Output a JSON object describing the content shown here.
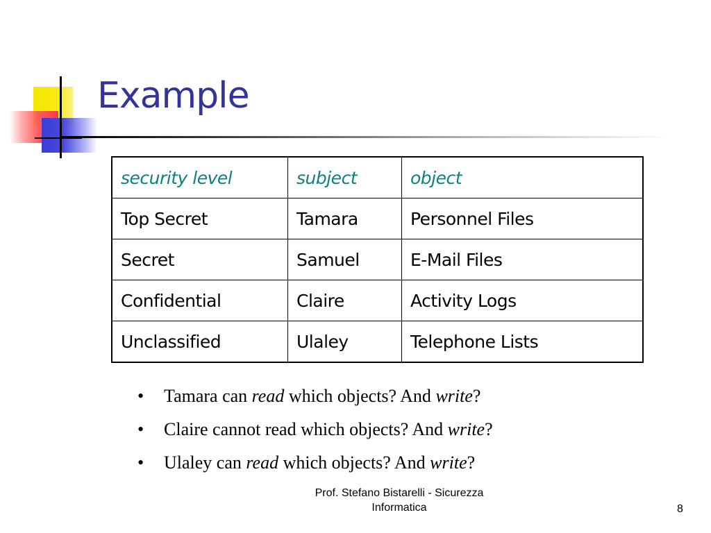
{
  "slide": {
    "title": "Example"
  },
  "table": {
    "headers": [
      "security level",
      "subject",
      "object"
    ],
    "rows": [
      [
        "Top Secret",
        "Tamara",
        "Personnel Files"
      ],
      [
        "Secret",
        "Samuel",
        "E-Mail Files"
      ],
      [
        "Confidential",
        "Claire",
        "Activity Logs"
      ],
      [
        "Unclassified",
        "Ulaley",
        "Telephone Lists"
      ]
    ]
  },
  "bullets": [
    {
      "bullet": "•",
      "a": "Tamara can ",
      "b": "read",
      "c": " which objects? And ",
      "d": "write",
      "e": "?"
    },
    {
      "bullet": "•",
      "a": "Claire cannot read which objects? And ",
      "d": "write",
      "e": "?"
    },
    {
      "bullet": "•",
      "a": "Ulaley can ",
      "b": "read",
      "c": " which objects? And ",
      "d": "write",
      "e": "?"
    }
  ],
  "footer": {
    "author_line1": "Prof. Stefano Bistarelli - Sicurezza",
    "author_line2": "Informatica",
    "page_number": "8"
  },
  "colors": {
    "title": "#33339a",
    "table_header": "#0d8080",
    "logo_yellow": "#f4e700",
    "logo_red": "#ff3a3a",
    "logo_blue": "#3b3bd6"
  }
}
